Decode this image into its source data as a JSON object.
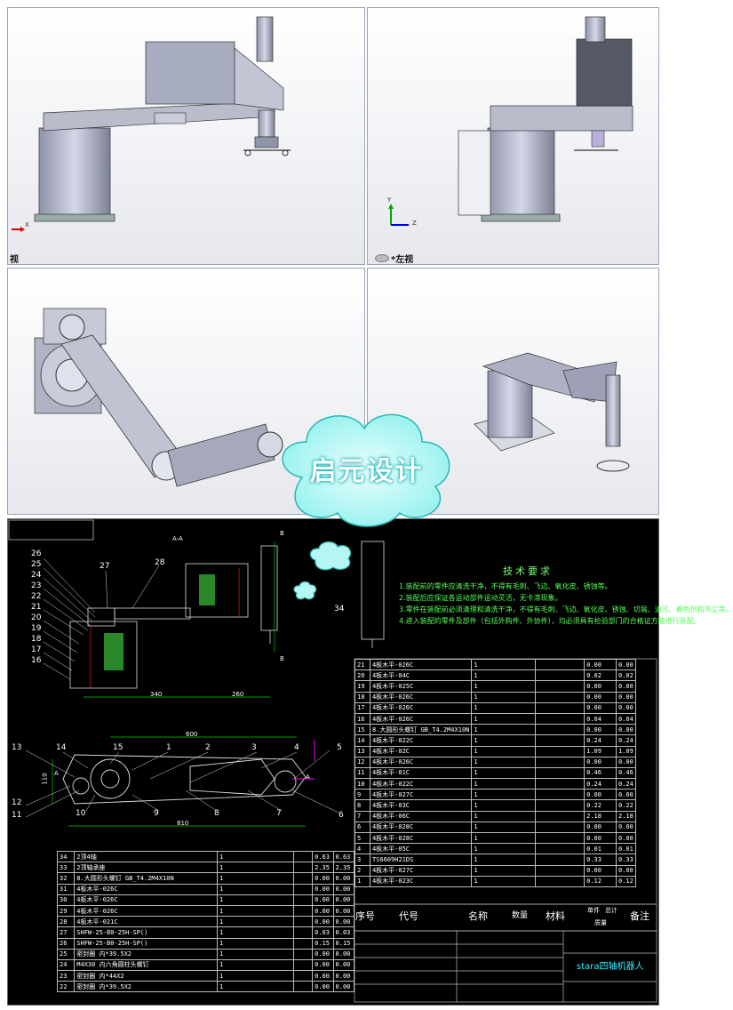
{
  "viewports": {
    "front_label": "视",
    "left_label": "*左视",
    "axis_x": "X",
    "axis_y": "Y",
    "axis_z": "Z"
  },
  "watermark": "启元设计",
  "drawing": {
    "section_label": "A-A",
    "dims": {
      "d340": "340",
      "d260": "260",
      "d600": "600",
      "d810": "810",
      "d110": "110"
    },
    "section_marks": {
      "top": "B",
      "bottom": "B",
      "a1": "A",
      "a2": "A"
    },
    "balloons_upper": [
      "26",
      "25",
      "24",
      "23",
      "22",
      "21",
      "20",
      "19",
      "18",
      "17",
      "16",
      "27",
      "28",
      "34"
    ],
    "balloons_lower": [
      "13",
      "14",
      "15",
      "1",
      "2",
      "3",
      "4",
      "5",
      "12",
      "11",
      "10",
      "9",
      "8",
      "7",
      "6"
    ]
  },
  "tech": {
    "title": "技术要求",
    "items": [
      "1.装配前的零件应清洗干净，不得有毛刺、飞边、氧化皮、锈蚀等。",
      "2.装配后应保证各运动部件运动灵活，无卡滞现象。",
      "3.零件在装配前必须清理和清洗干净，不得有毛刺、飞边、氧化皮、锈蚀、切屑、油污、着色剂和灰尘等。",
      "4.进入装配的零件及部件（包括外购件、外协件），均必须具有检验部门的合格证方能进行装配。"
    ]
  },
  "bom_right": [
    [
      "21",
      "4板木平-026C",
      "1",
      "",
      "0.00",
      "0.00"
    ],
    [
      "20",
      "4板木平-04C",
      "1",
      "",
      "0.02",
      "0.02"
    ],
    [
      "19",
      "4板木平-025C",
      "1",
      "",
      "0.00",
      "0.00"
    ],
    [
      "18",
      "4板木平-026C",
      "1",
      "",
      "0.00",
      "0.00"
    ],
    [
      "17",
      "4板木平-026C",
      "1",
      "",
      "0.00",
      "0.00"
    ],
    [
      "16",
      "4板木平-026C",
      "1",
      "",
      "0.04",
      "0.04"
    ],
    [
      "15",
      "8.大圆形头螺钉 GB_T4.2M4X10N",
      "1",
      "",
      "0.00",
      "0.00"
    ],
    [
      "14",
      "4板木平-022C",
      "1",
      "",
      "0.24",
      "0.24"
    ],
    [
      "13",
      "4板木平-02C",
      "1",
      "",
      "1.09",
      "1.09"
    ],
    [
      "12",
      "4板木平-026C",
      "1",
      "",
      "0.00",
      "0.00"
    ],
    [
      "11",
      "4板木平-01C",
      "1",
      "",
      "0.46",
      "0.46"
    ],
    [
      "10",
      "4板木平-022C",
      "1",
      "",
      "0.24",
      "0.24"
    ],
    [
      "9",
      "4板木平-027C",
      "1",
      "",
      "0.00",
      "0.00"
    ],
    [
      "8",
      "4板木平-03C",
      "1",
      "",
      "0.22",
      "0.22"
    ],
    [
      "7",
      "4板木平-06C",
      "1",
      "",
      "2.18",
      "2.18"
    ],
    [
      "6",
      "4板木平-028C",
      "1",
      "",
      "0.00",
      "0.00"
    ],
    [
      "5",
      "4板木平-028C",
      "1",
      "",
      "0.00",
      "0.00"
    ],
    [
      "4",
      "4板木平-05C",
      "1",
      "",
      "0.01",
      "0.01"
    ],
    [
      "3",
      "TS6609H21DS",
      "1",
      "",
      "0.33",
      "0.33"
    ],
    [
      "2",
      "4板木平-027C",
      "1",
      "",
      "0.00",
      "0.00"
    ],
    [
      "1",
      "4板木平-023C",
      "1",
      "",
      "0.12",
      "0.12"
    ]
  ],
  "bom_header": {
    "no": "序号",
    "code": "代号",
    "name": "名称",
    "qty": "数量",
    "material": "材料",
    "single": "单件",
    "total": "总计",
    "weight": "质量",
    "note": "备注"
  },
  "bom_left": [
    [
      "34",
      "2顶4轴",
      "1",
      "",
      "0.63",
      "0.63"
    ],
    [
      "33",
      "2顶轴承座",
      "1",
      "",
      "2.35",
      "2.35"
    ],
    [
      "32",
      "8.大圆形头螺钉 GB_T4.2M4X10N",
      "1",
      "",
      "0.00",
      "0.00"
    ],
    [
      "31",
      "4板木平-026C",
      "1",
      "",
      "0.00",
      "0.00"
    ],
    [
      "30",
      "4板木平-026C",
      "1",
      "",
      "0.00",
      "0.00"
    ],
    [
      "29",
      "4板木平-026C",
      "1",
      "",
      "0.00",
      "0.00"
    ],
    [
      "28",
      "4板木平-021C",
      "1",
      "",
      "0.00",
      "0.00"
    ],
    [
      "27",
      "SHFW-25-B0-25H-SP()",
      "1",
      "",
      "0.03",
      "0.03"
    ],
    [
      "26",
      "SHFW-25-B0-25H-SP()",
      "1",
      "",
      "0.15",
      "0.15"
    ],
    [
      "25",
      "密封圈 内*39.5X2",
      "1",
      "",
      "0.00",
      "0.00"
    ],
    [
      "24",
      "M4X30 内六角圆柱头螺钉",
      "1",
      "",
      "0.00",
      "0.00"
    ],
    [
      "23",
      "密封圈 内*44X2",
      "1",
      "",
      "0.00",
      "0.00"
    ],
    [
      "22",
      "密封圈 内*39.5X2",
      "1",
      "",
      "0.00",
      "0.00"
    ]
  ],
  "title_block": {
    "name": "stara四轴机器人"
  }
}
